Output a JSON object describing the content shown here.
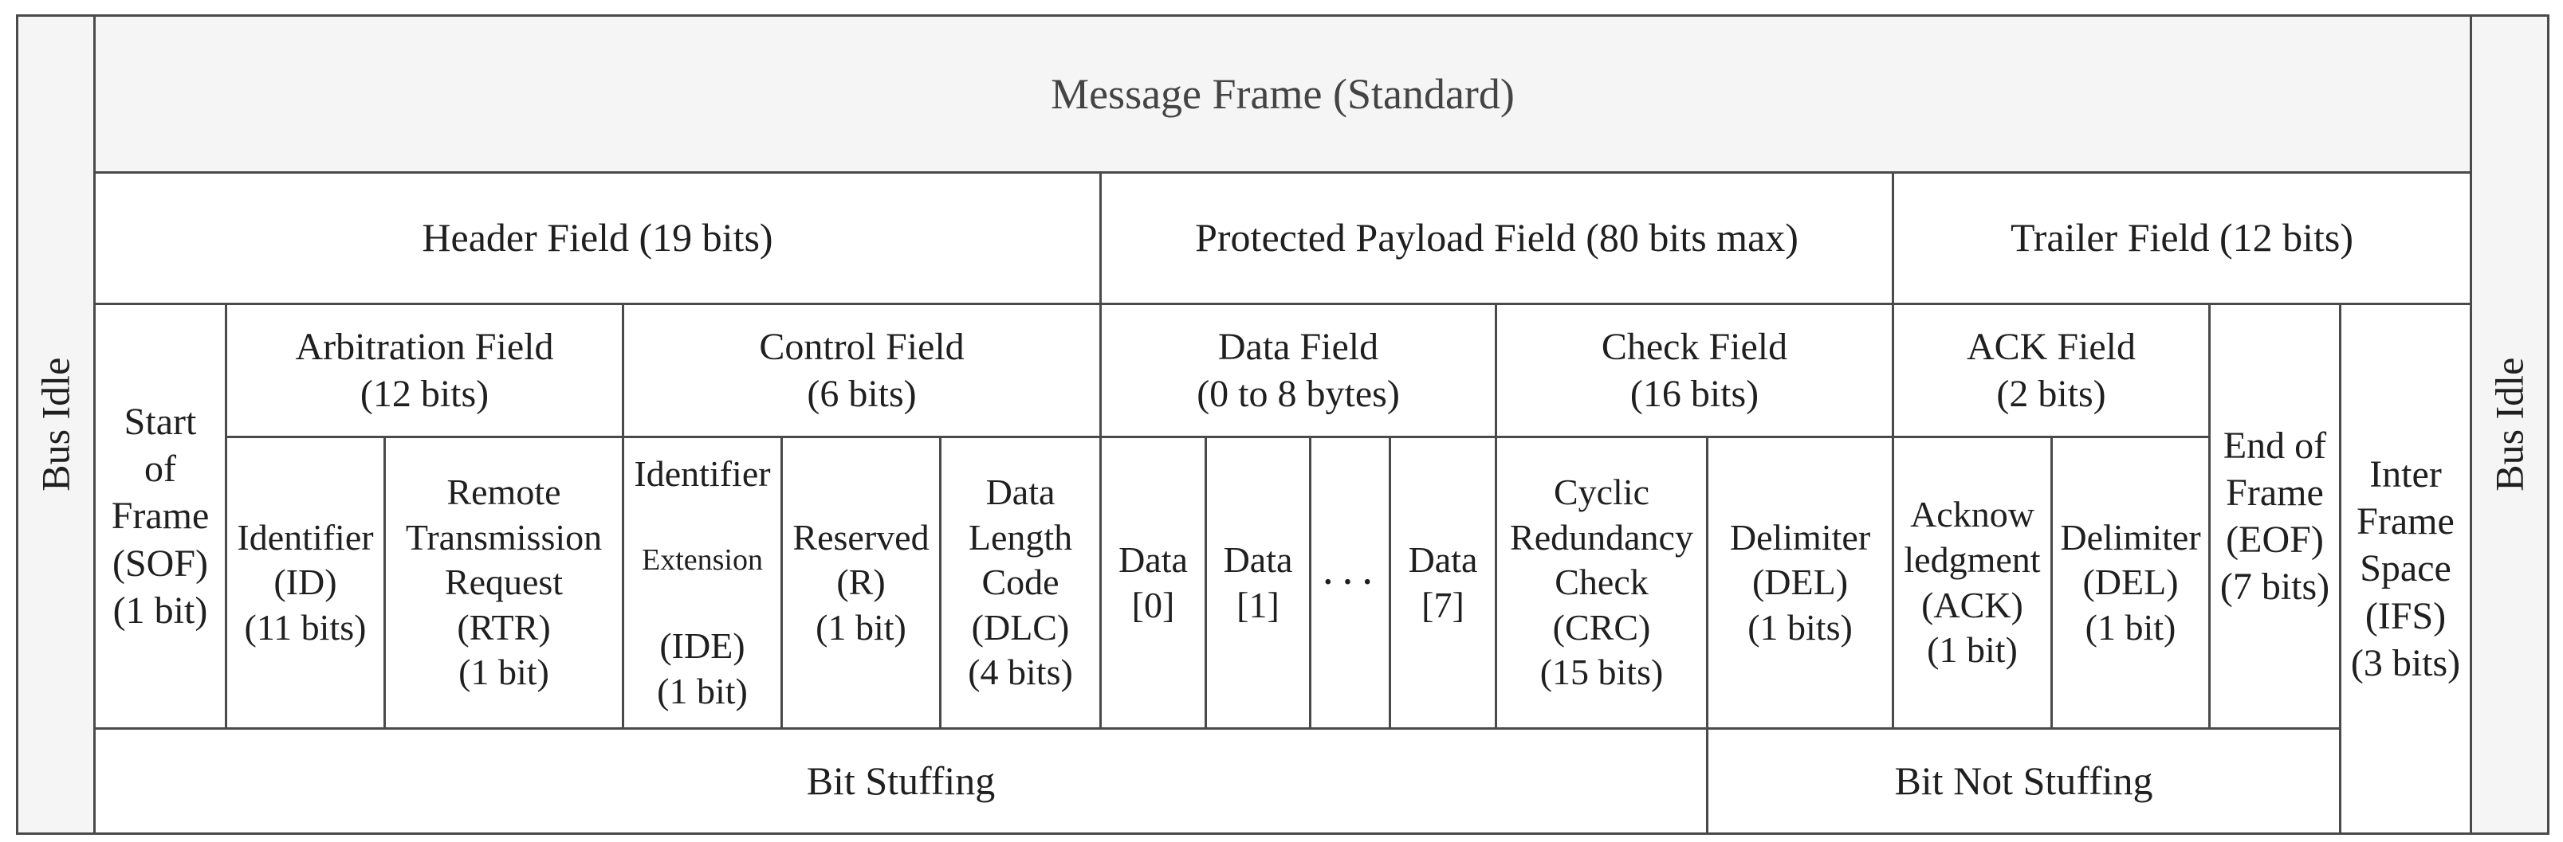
{
  "bus_idle_left": "Bus Idle",
  "bus_idle_right": "Bus Idle",
  "title": "Message Frame (Standard)",
  "header_field": "Header Field (19 bits)",
  "payload_field": "Protected Payload Field (80 bits max)",
  "trailer_field": "Trailer Field (12 bits)",
  "sof": "Start\nof\nFrame\n(SOF)\n(1 bit)",
  "arbitration_field": "Arbitration Field\n(12 bits)",
  "control_field": "Control Field\n(6 bits)",
  "data_field": "Data Field\n(0 to 8 bytes)",
  "check_field": "Check Field\n(16 bits)",
  "ack_field": "ACK Field\n(2 bits)",
  "eof": "End of\nFrame\n(EOF)\n(7 bits)",
  "ifs": "Inter\nFrame\nSpace\n(IFS)\n(3 bits)",
  "identifier": "Identifier\n(ID)\n(11 bits)",
  "rtr": "Remote\nTransmission\nRequest\n(RTR)\n(1 bit)",
  "ide_line1": "Identifier",
  "ide_line2": "Extension",
  "ide_rest": "(IDE)\n(1 bit)",
  "reserved": "Reserved\n(R)\n(1 bit)",
  "dlc": "Data\nLength\nCode\n(DLC)\n(4 bits)",
  "data0": "Data\n[0]",
  "data1": "Data\n[1]",
  "data_ellipsis": "···",
  "data7": "Data\n[7]",
  "crc": "Cyclic\nRedundancy\nCheck\n(CRC)\n(15 bits)",
  "crc_delimiter": "Delimiter\n(DEL)\n(1 bits)",
  "ack": "Acknow\nledgment\n(ACK)\n(1 bit)",
  "ack_delimiter": "Delimiter\n(DEL)\n(1 bit)",
  "bit_stuffing": "Bit Stuffing",
  "bit_not_stuffing": "Bit Not Stuffing"
}
